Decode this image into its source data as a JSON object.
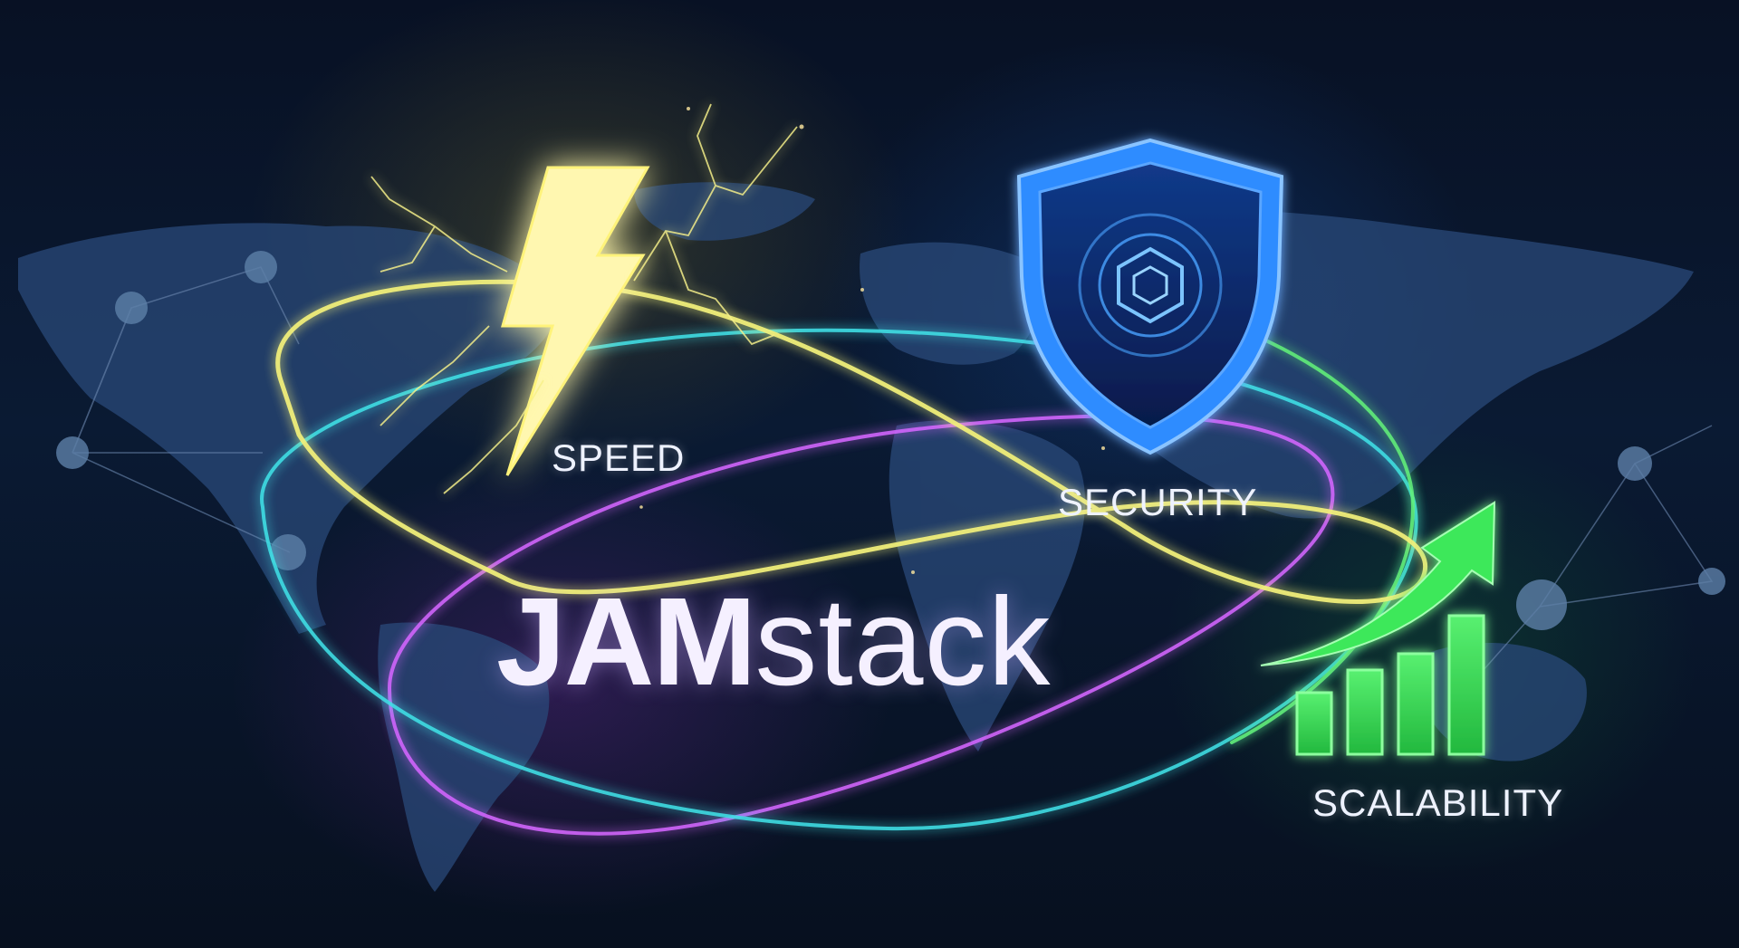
{
  "brand": {
    "strong": "JAM",
    "light": "stack"
  },
  "pillars": [
    {
      "label": "SPEED",
      "icon": "lightning-bolt-icon",
      "color": "#fff37a"
    },
    {
      "label": "SECURITY",
      "icon": "shield-icon",
      "color": "#2f8cff"
    },
    {
      "label": "SCALABILITY",
      "icon": "growth-chart-icon",
      "color": "#3ee85a"
    }
  ],
  "colors": {
    "background": "#060b18",
    "map": "#2a4a7a",
    "yellow_ring": "#f2f07a",
    "cyan_ring": "#3fe0e6",
    "magenta_ring": "#d466ff",
    "green_ring": "#62f07a"
  }
}
